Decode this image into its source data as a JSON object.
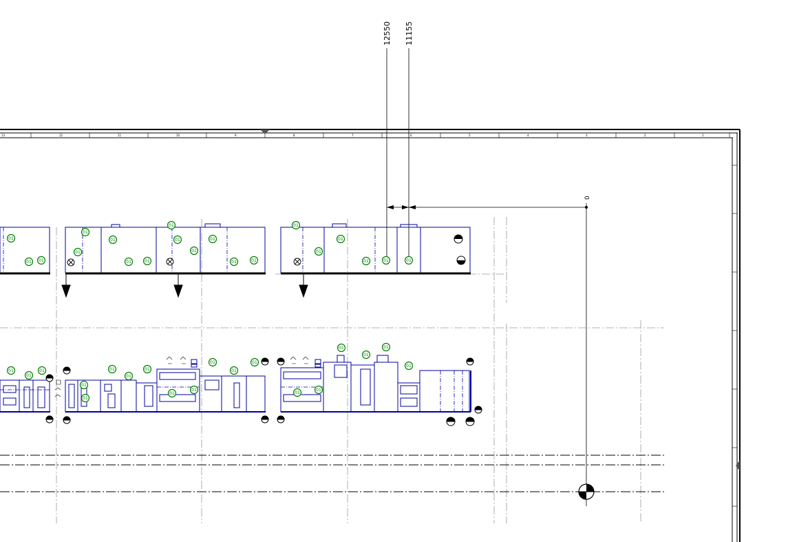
{
  "drawing": {
    "dimensions": {
      "dim_a": "12550",
      "dim_b": "11155",
      "origin": "0"
    },
    "ruler_ticks": [
      "13",
      "12",
      "11",
      "10",
      "9",
      "8",
      "7",
      "6",
      "5",
      "4",
      "3",
      "2",
      "1"
    ],
    "bubble_label": "01",
    "colors": {
      "equipment": "#0000a0",
      "bubbles": "#008000",
      "gridlines": "#9a9a9a",
      "ink": "#000000"
    },
    "icons": [
      "reference-point-icon",
      "flow-arrow-icon",
      "valve-cross-icon",
      "terminal-icon"
    ]
  }
}
